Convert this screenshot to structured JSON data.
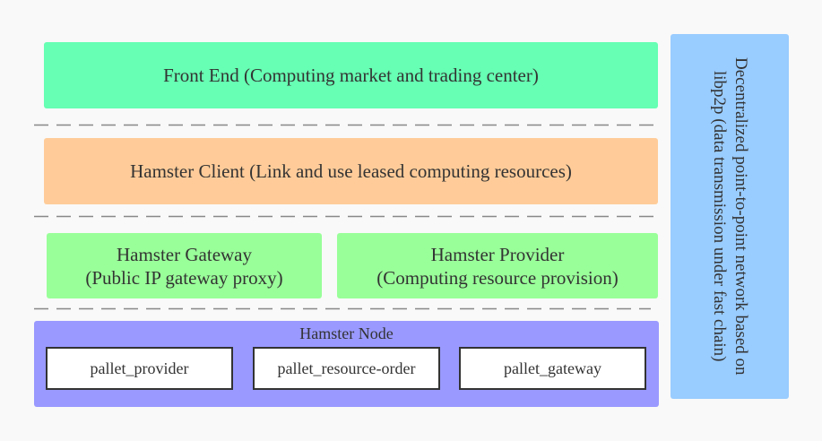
{
  "layers": {
    "front_end": "Front End (Computing market and trading center)",
    "client": "Hamster Client (Link and use leased computing resources)",
    "gateway": {
      "line1": "Hamster Gateway",
      "line2": "(Public IP gateway proxy)"
    },
    "provider": {
      "line1": "Hamster Provider",
      "line2": "(Computing resource provision)"
    },
    "node": {
      "title": "Hamster Node",
      "pallets": [
        "pallet_provider",
        "pallet_resource-order",
        "pallet_gateway"
      ]
    }
  },
  "side_panel": {
    "line1": "Decentralized point-to-point network based on",
    "line2": "libp2p (data transmission under fast chain)"
  },
  "colors": {
    "front_end": "#66ffb3",
    "client": "#ffcc99",
    "gateway_provider": "#99ff99",
    "node": "#9999ff",
    "side_panel": "#99ccff",
    "divider": "#888888"
  }
}
